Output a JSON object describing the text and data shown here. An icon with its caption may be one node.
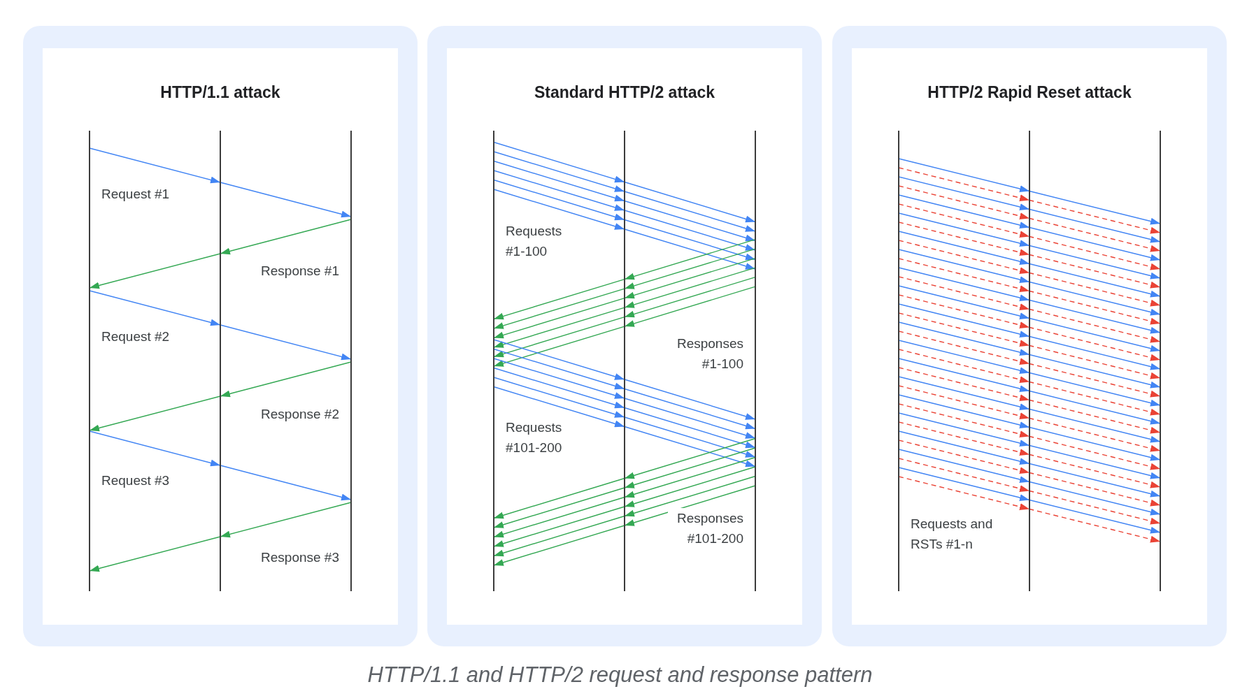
{
  "diagram": {
    "caption": "HTTP/1.1 and HTTP/2 request and response pattern",
    "nodes": [
      {
        "text": [
          "HTTP/1.1 attack"
        ]
      },
      {
        "text": [],
        "shape": "bar",
        "in": 0
      },
      {
        "text": [],
        "shape": "bar",
        "in": 0
      },
      {
        "text": [],
        "shape": "bar",
        "in": 0
      },
      {
        "text": [
          "Standard HTTP/2 attack"
        ]
      },
      {
        "text": [],
        "shape": "bar",
        "in": 4
      },
      {
        "text": [],
        "shape": "bar",
        "in": 4
      },
      {
        "text": [],
        "shape": "bar",
        "in": 4
      },
      {
        "text": [
          "HTTP/2 Rapid Reset attack"
        ]
      },
      {
        "text": [],
        "shape": "bar",
        "in": 8
      },
      {
        "text": [],
        "shape": "bar",
        "in": 8
      },
      {
        "text": [],
        "shape": "bar",
        "in": 8
      }
    ],
    "edges": [
      {
        "from": 1,
        "to": 3,
        "arrow": "to"
      },
      {
        "from": 3,
        "to": 1,
        "arrow": "to",
        "color": "#34a853"
      },
      {
        "from": 1,
        "to": 3,
        "arrow": "to"
      },
      {
        "from": 3,
        "to": 1,
        "arrow": "to",
        "color": "#34a853"
      },
      {
        "from": 1,
        "to": 3,
        "arrow": "to"
      },
      {
        "from": 3,
        "to": 1,
        "arrow": "to",
        "color": "#34a853"
      },
      {
        "from": 5,
        "to": 7,
        "arrow": "to"
      },
      {
        "from": 5,
        "to": 7,
        "arrow": "to"
      },
      {
        "from": 5,
        "to": 7,
        "arrow": "to"
      },
      {
        "from": 5,
        "to": 7,
        "arrow": "to"
      },
      {
        "from": 5,
        "to": 7,
        "arrow": "to"
      },
      {
        "from": 5,
        "to": 7,
        "arrow": "to"
      },
      {
        "from": 7,
        "to": 5,
        "arrow": "to",
        "color": "#34a853"
      },
      {
        "from": 7,
        "to": 5,
        "arrow": "to",
        "color": "#34a853"
      },
      {
        "from": 7,
        "to": 5,
        "arrow": "to",
        "color": "#34a853"
      },
      {
        "from": 7,
        "to": 5,
        "arrow": "to",
        "color": "#34a853"
      },
      {
        "from": 7,
        "to": 5,
        "arrow": "to",
        "color": "#34a853"
      },
      {
        "from": 7,
        "to": 5,
        "arrow": "to",
        "color": "#34a853"
      },
      {
        "from": 5,
        "to": 7,
        "arrow": "to"
      },
      {
        "from": 5,
        "to": 7,
        "arrow": "to"
      },
      {
        "from": 5,
        "to": 7,
        "arrow": "to"
      },
      {
        "from": 5,
        "to": 7,
        "arrow": "to"
      },
      {
        "from": 5,
        "to": 7,
        "arrow": "to"
      },
      {
        "from": 5,
        "to": 7,
        "arrow": "to"
      },
      {
        "from": 7,
        "to": 5,
        "arrow": "to",
        "color": "#34a853"
      },
      {
        "from": 7,
        "to": 5,
        "arrow": "to",
        "color": "#34a853"
      },
      {
        "from": 7,
        "to": 5,
        "arrow": "to",
        "color": "#34a853"
      },
      {
        "from": 7,
        "to": 5,
        "arrow": "to",
        "color": "#34a853"
      },
      {
        "from": 7,
        "to": 5,
        "arrow": "to",
        "color": "#34a853"
      },
      {
        "from": 7,
        "to": 5,
        "arrow": "to",
        "color": "#34a853"
      },
      {
        "from": 9,
        "to": 11,
        "arrow": "to"
      },
      {
        "from": 9,
        "to": 11,
        "arrow": "to",
        "style": "dashed",
        "color": "#ea4335"
      },
      {
        "from": 9,
        "to": 11,
        "arrow": "to"
      },
      {
        "from": 9,
        "to": 11,
        "arrow": "to",
        "style": "dashed",
        "color": "#ea4335"
      },
      {
        "from": 9,
        "to": 11,
        "arrow": "to"
      },
      {
        "from": 9,
        "to": 11,
        "arrow": "to",
        "style": "dashed",
        "color": "#ea4335"
      },
      {
        "from": 9,
        "to": 11,
        "arrow": "to"
      },
      {
        "from": 9,
        "to": 11,
        "arrow": "to",
        "style": "dashed",
        "color": "#ea4335"
      },
      {
        "from": 9,
        "to": 11,
        "arrow": "to"
      },
      {
        "from": 9,
        "to": 11,
        "arrow": "to",
        "style": "dashed",
        "color": "#ea4335"
      },
      {
        "from": 9,
        "to": 11,
        "arrow": "to"
      },
      {
        "from": 9,
        "to": 11,
        "arrow": "to",
        "style": "dashed",
        "color": "#ea4335"
      },
      {
        "from": 9,
        "to": 11,
        "arrow": "to"
      },
      {
        "from": 9,
        "to": 11,
        "arrow": "to",
        "style": "dashed",
        "color": "#ea4335"
      },
      {
        "from": 9,
        "to": 11,
        "arrow": "to"
      },
      {
        "from": 9,
        "to": 11,
        "arrow": "to",
        "style": "dashed",
        "color": "#ea4335"
      },
      {
        "from": 9,
        "to": 11,
        "arrow": "to"
      },
      {
        "from": 9,
        "to": 11,
        "arrow": "to",
        "style": "dashed",
        "color": "#ea4335"
      },
      {
        "from": 9,
        "to": 11,
        "arrow": "to"
      },
      {
        "from": 9,
        "to": 11,
        "arrow": "to",
        "style": "dashed",
        "color": "#ea4335"
      },
      {
        "from": 9,
        "to": 11,
        "arrow": "to"
      },
      {
        "from": 9,
        "to": 11,
        "arrow": "to",
        "style": "dashed",
        "color": "#ea4335"
      },
      {
        "from": 9,
        "to": 11,
        "arrow": "to"
      },
      {
        "from": 9,
        "to": 11,
        "arrow": "to",
        "style": "dashed",
        "color": "#ea4335"
      },
      {
        "from": 9,
        "to": 11,
        "arrow": "to"
      },
      {
        "from": 9,
        "to": 11,
        "arrow": "to",
        "style": "dashed",
        "color": "#ea4335"
      },
      {
        "from": 9,
        "to": 11,
        "arrow": "to"
      },
      {
        "from": 9,
        "to": 11,
        "arrow": "to",
        "style": "dashed",
        "color": "#ea4335"
      },
      {
        "from": 9,
        "to": 11,
        "arrow": "to"
      },
      {
        "from": 9,
        "to": 11,
        "arrow": "to",
        "style": "dashed",
        "color": "#ea4335"
      },
      {
        "from": 9,
        "to": 11,
        "arrow": "to"
      },
      {
        "from": 9,
        "to": 11,
        "arrow": "to",
        "style": "dashed",
        "color": "#ea4335"
      },
      {
        "from": 9,
        "to": 11,
        "arrow": "to"
      },
      {
        "from": 9,
        "to": 11,
        "arrow": "to",
        "style": "dashed",
        "color": "#ea4335"
      },
      {
        "from": 9,
        "to": 11,
        "arrow": "to"
      },
      {
        "from": 9,
        "to": 11,
        "arrow": "to",
        "style": "dashed",
        "color": "#ea4335"
      }
    ],
    "labels": [
      "Request #1",
      "Response #1",
      "Request #2",
      "Response #2",
      "Request #3",
      "Response #3",
      "Requests #1-100",
      "Responses #1-100",
      "Requests #101-200",
      "Responses #101-200",
      "Requests and RSTs #1-n"
    ]
  }
}
